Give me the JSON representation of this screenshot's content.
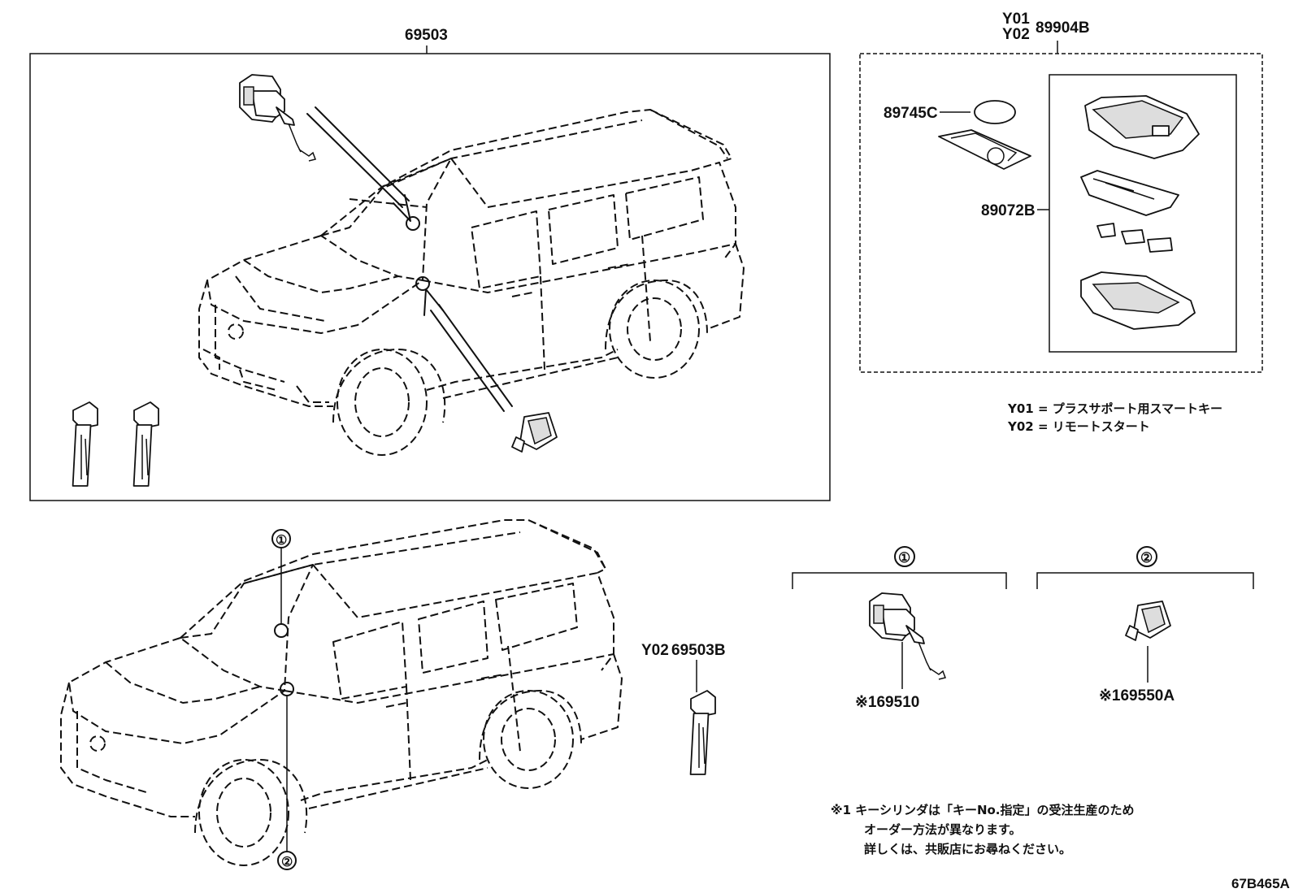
{
  "labels": {
    "p69503": "69503",
    "y01": "Y01",
    "y02": "Y02",
    "p89904b": "89904B",
    "p89745c": "89745C",
    "p89072b": "89072B",
    "y02_69503b_code": "Y02",
    "p69503b": "69503B",
    "p69510": "※169510",
    "p69550a": "※169550A",
    "circle1": "①",
    "circle2": "②",
    "diagram_id": "67B465A"
  },
  "legend": {
    "y01_line": "Y01 = プラスサポート用スマートキー",
    "y02_line": "Y02 = リモートスタート"
  },
  "footnote": {
    "line1": "※1 キーシリンダは「キーNo.指定」の受注生産のため",
    "line2": "オーダー方法が異なります。",
    "line3": "詳しくは、共販店にお尋ねください。"
  }
}
